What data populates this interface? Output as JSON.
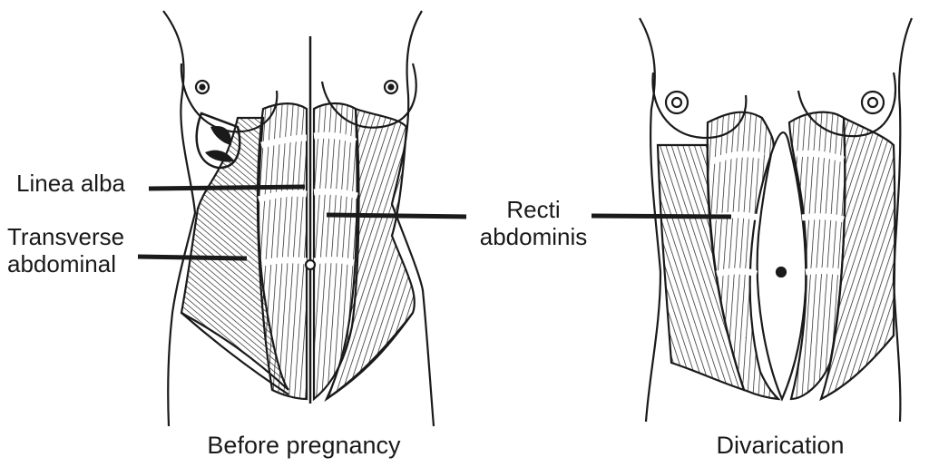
{
  "labels": {
    "linea_alba": "Linea alba",
    "transverse_abdominal_line1": "Transverse",
    "transverse_abdominal_line2": "abdominal",
    "recti_abdominis_line1": "Recti",
    "recti_abdominis_line2": "abdominis"
  },
  "captions": {
    "before": "Before pregnancy",
    "after": "Divarication"
  },
  "colors": {
    "ink": "#1a1a1a",
    "paper": "#ffffff"
  }
}
